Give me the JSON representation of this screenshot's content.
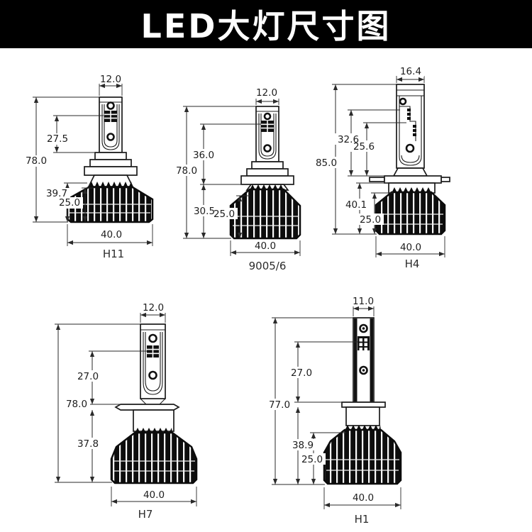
{
  "title": "LED大灯尺寸图",
  "colors": {
    "header_bg": "#000000",
    "header_text": "#ffffff",
    "line": "#2a2a2a",
    "heatsink": "#0d0d0d"
  },
  "bulbs": [
    {
      "label": "H11",
      "dims": {
        "top_width": "12.0",
        "total_height": "78.0",
        "led_to_seat": "27.5",
        "seat_to_bottom": "39.7",
        "heatsink_height": "25.0",
        "bottom_width": "40.0"
      }
    },
    {
      "label": "9005/6",
      "dims": {
        "top_width": "12.0",
        "total_height": "78.0",
        "led_to_seat": "36.0",
        "seat_to_bottom": "30.5",
        "heatsink_height": "25.0",
        "bottom_width": "40.0"
      }
    },
    {
      "label": "H4",
      "dims": {
        "top_width": "16.4",
        "total_height": "85.0",
        "led_to_seat": "32.6",
        "led_to_seat_2": "25.6",
        "seat_to_bottom": "40.1",
        "heatsink_height": "25.0",
        "bottom_width": "40.0"
      }
    },
    {
      "label": "H7",
      "dims": {
        "top_width": "12.0",
        "total_height": "78.0",
        "led_to_seat": "27.0",
        "seat_to_bottom": "37.8",
        "bottom_width": "40.0"
      }
    },
    {
      "label": "H1",
      "dims": {
        "top_width": "11.0",
        "total_height": "77.0",
        "led_to_seat": "27.0",
        "seat_to_bottom": "38.9",
        "heatsink_height": "25.0",
        "bottom_width": "40.0"
      }
    }
  ]
}
